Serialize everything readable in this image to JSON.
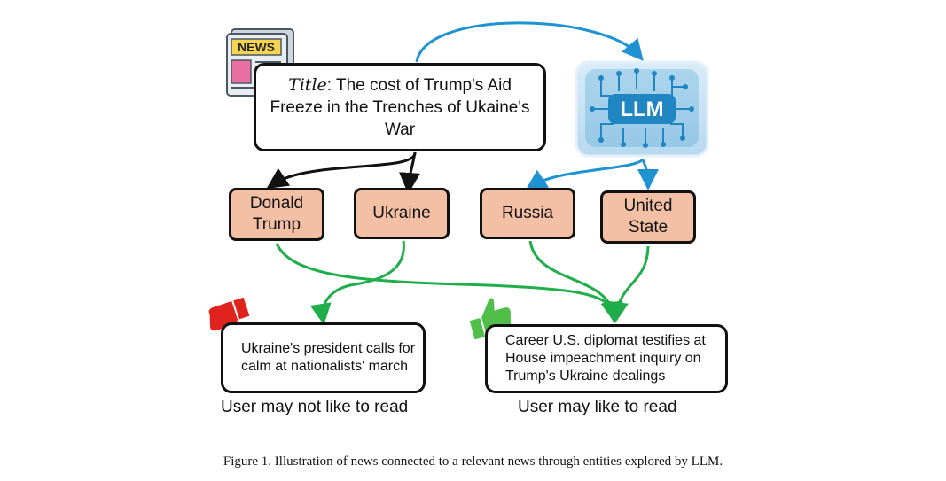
{
  "title_box": {
    "prefix": "Title",
    "text": ": The cost of Trump's Aid Freeze in the Trenches of Ukaine's War"
  },
  "news_icon": {
    "label": "NEWS",
    "icon": "newspaper-icon"
  },
  "llm_icon": {
    "label": "LLM",
    "icon": "llm-chip-icon"
  },
  "entities": {
    "donald_trump": "Donald Trump",
    "ukraine": "Ukraine",
    "russia": "Russia",
    "united_state": "United State"
  },
  "news": {
    "disliked": "Ukraine's president calls for calm at nationalists' march",
    "liked": "Career U.S. diplomat testifies at House impeachment inquiry on Trump's Ukraine dealings"
  },
  "labels": {
    "not_like": "User may not like to read",
    "like": "User may like to read"
  },
  "icons": {
    "thumbs_down": "thumbs-down-icon",
    "thumbs_up": "thumbs-up-icon"
  },
  "colors": {
    "entity_fill": "#f4c0a5",
    "llm_arrow": "#1f93d1",
    "entity_arrow": "#111111",
    "relation_arrow": "#1fae4a",
    "thumbs_down": "#e0231c",
    "thumbs_up": "#4fbf4a"
  },
  "figure_caption": "Figure 1. Illustration of news connected to a relevant news through entities explored by LLM."
}
